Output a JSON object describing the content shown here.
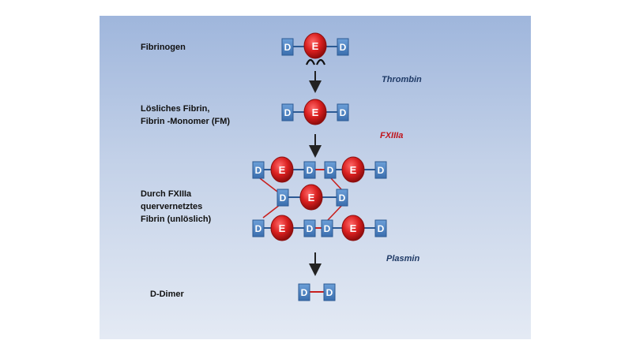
{
  "labels": {
    "fibrinogen": "Fibrinogen",
    "soluble_line1": "Lösliches Fibrin,",
    "soluble_line2": "Fibrin -Monomer (FM)",
    "crosslinked_line1": "Durch FXIIIa",
    "crosslinked_line2": "quervernetztes",
    "crosslinked_line3": "Fibrin (unlöslich)",
    "ddimer": "D-Dimer"
  },
  "enzymes": {
    "thrombin": "Thrombin",
    "fxiiia": "FXIIIa",
    "plasmin": "Plasmin"
  },
  "glyphs": {
    "d": "D",
    "e": "E"
  },
  "colors": {
    "panel_top": "#9fb6dc",
    "panel_bottom": "#e4eaf4",
    "d_fill": "#4f86c6",
    "d_stroke": "#2c5a94",
    "e_fill": "#d91f1f",
    "e_stroke": "#8a0f0f",
    "link": "#c8201e",
    "thrombin_text": "#1f3a66",
    "fxiiia_text": "#c0141b",
    "plasmin_text": "#1f3a66"
  }
}
